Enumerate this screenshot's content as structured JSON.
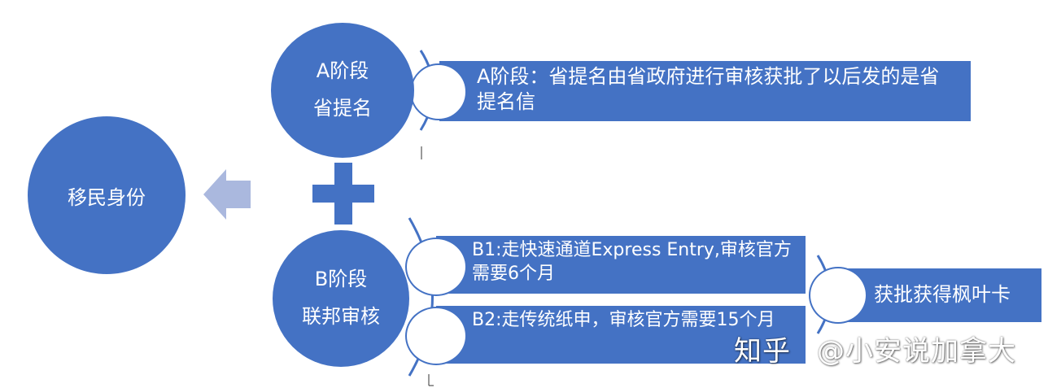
{
  "nodes": {
    "identity": "移民身份",
    "stage_a": {
      "line1": "A阶段",
      "line2": "省提名"
    },
    "stage_b": {
      "line1": "B阶段",
      "line2": "联邦审核"
    }
  },
  "details": {
    "a_text": "A阶段：省提名由省政府进行审核获批了以后发的是省提名信",
    "b1_text": "B1:走快速通道Express Entry,审核官方需要6个月",
    "b2_text": "B2:走传统纸申，审核官方需要15个月",
    "result_text": "获批获得枫叶卡"
  },
  "watermark": {
    "brand": "知乎",
    "handle": "@小安说加拿大"
  },
  "colors": {
    "primary": "#4472c4",
    "arrow": "#aab8de",
    "plus": "#4472c4"
  },
  "icons": [
    "left-arrow-icon",
    "plus-icon"
  ]
}
